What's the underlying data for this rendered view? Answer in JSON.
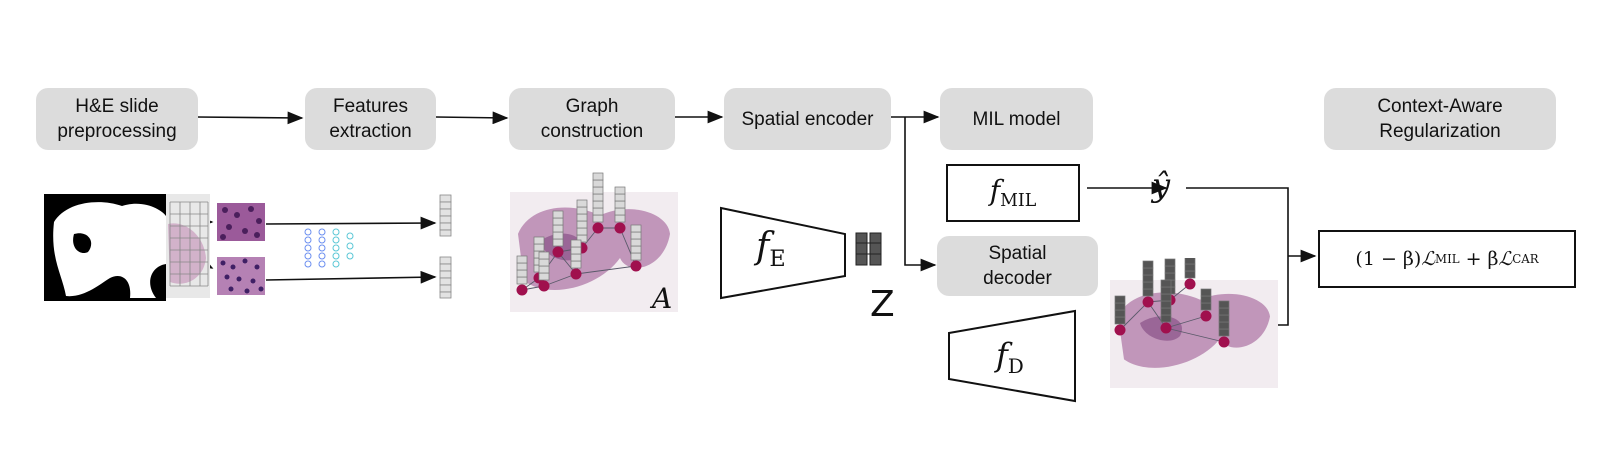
{
  "stages": {
    "preprocessing": "H&E slide\npreprocessing",
    "features": "Features\nextraction",
    "graph": "Graph\nconstruction",
    "encoder": "Spatial encoder",
    "mil": "MIL model",
    "decoder": "Spatial\ndecoder",
    "car": "Context-Aware\nRegularization"
  },
  "math": {
    "f_mil": {
      "base": "f",
      "sub": "MIL"
    },
    "y_hat": "ŷ",
    "f_e": {
      "base": "f",
      "sub": "E"
    },
    "f_d": {
      "base": "f",
      "sub": "D"
    },
    "adjacency": "A",
    "latent": "Z",
    "loss": {
      "part1": "(1 − β)",
      "part2": "ℒ",
      "sub1": "MIL",
      "part3": " + β",
      "part4": "ℒ",
      "sub2": "CAR"
    }
  },
  "colors": {
    "box_fill": "#dcdcdc",
    "tissue": "#b07aa8",
    "node": "#a0104e",
    "stack": "#d9d9d9",
    "stack_dark": "#555555"
  }
}
